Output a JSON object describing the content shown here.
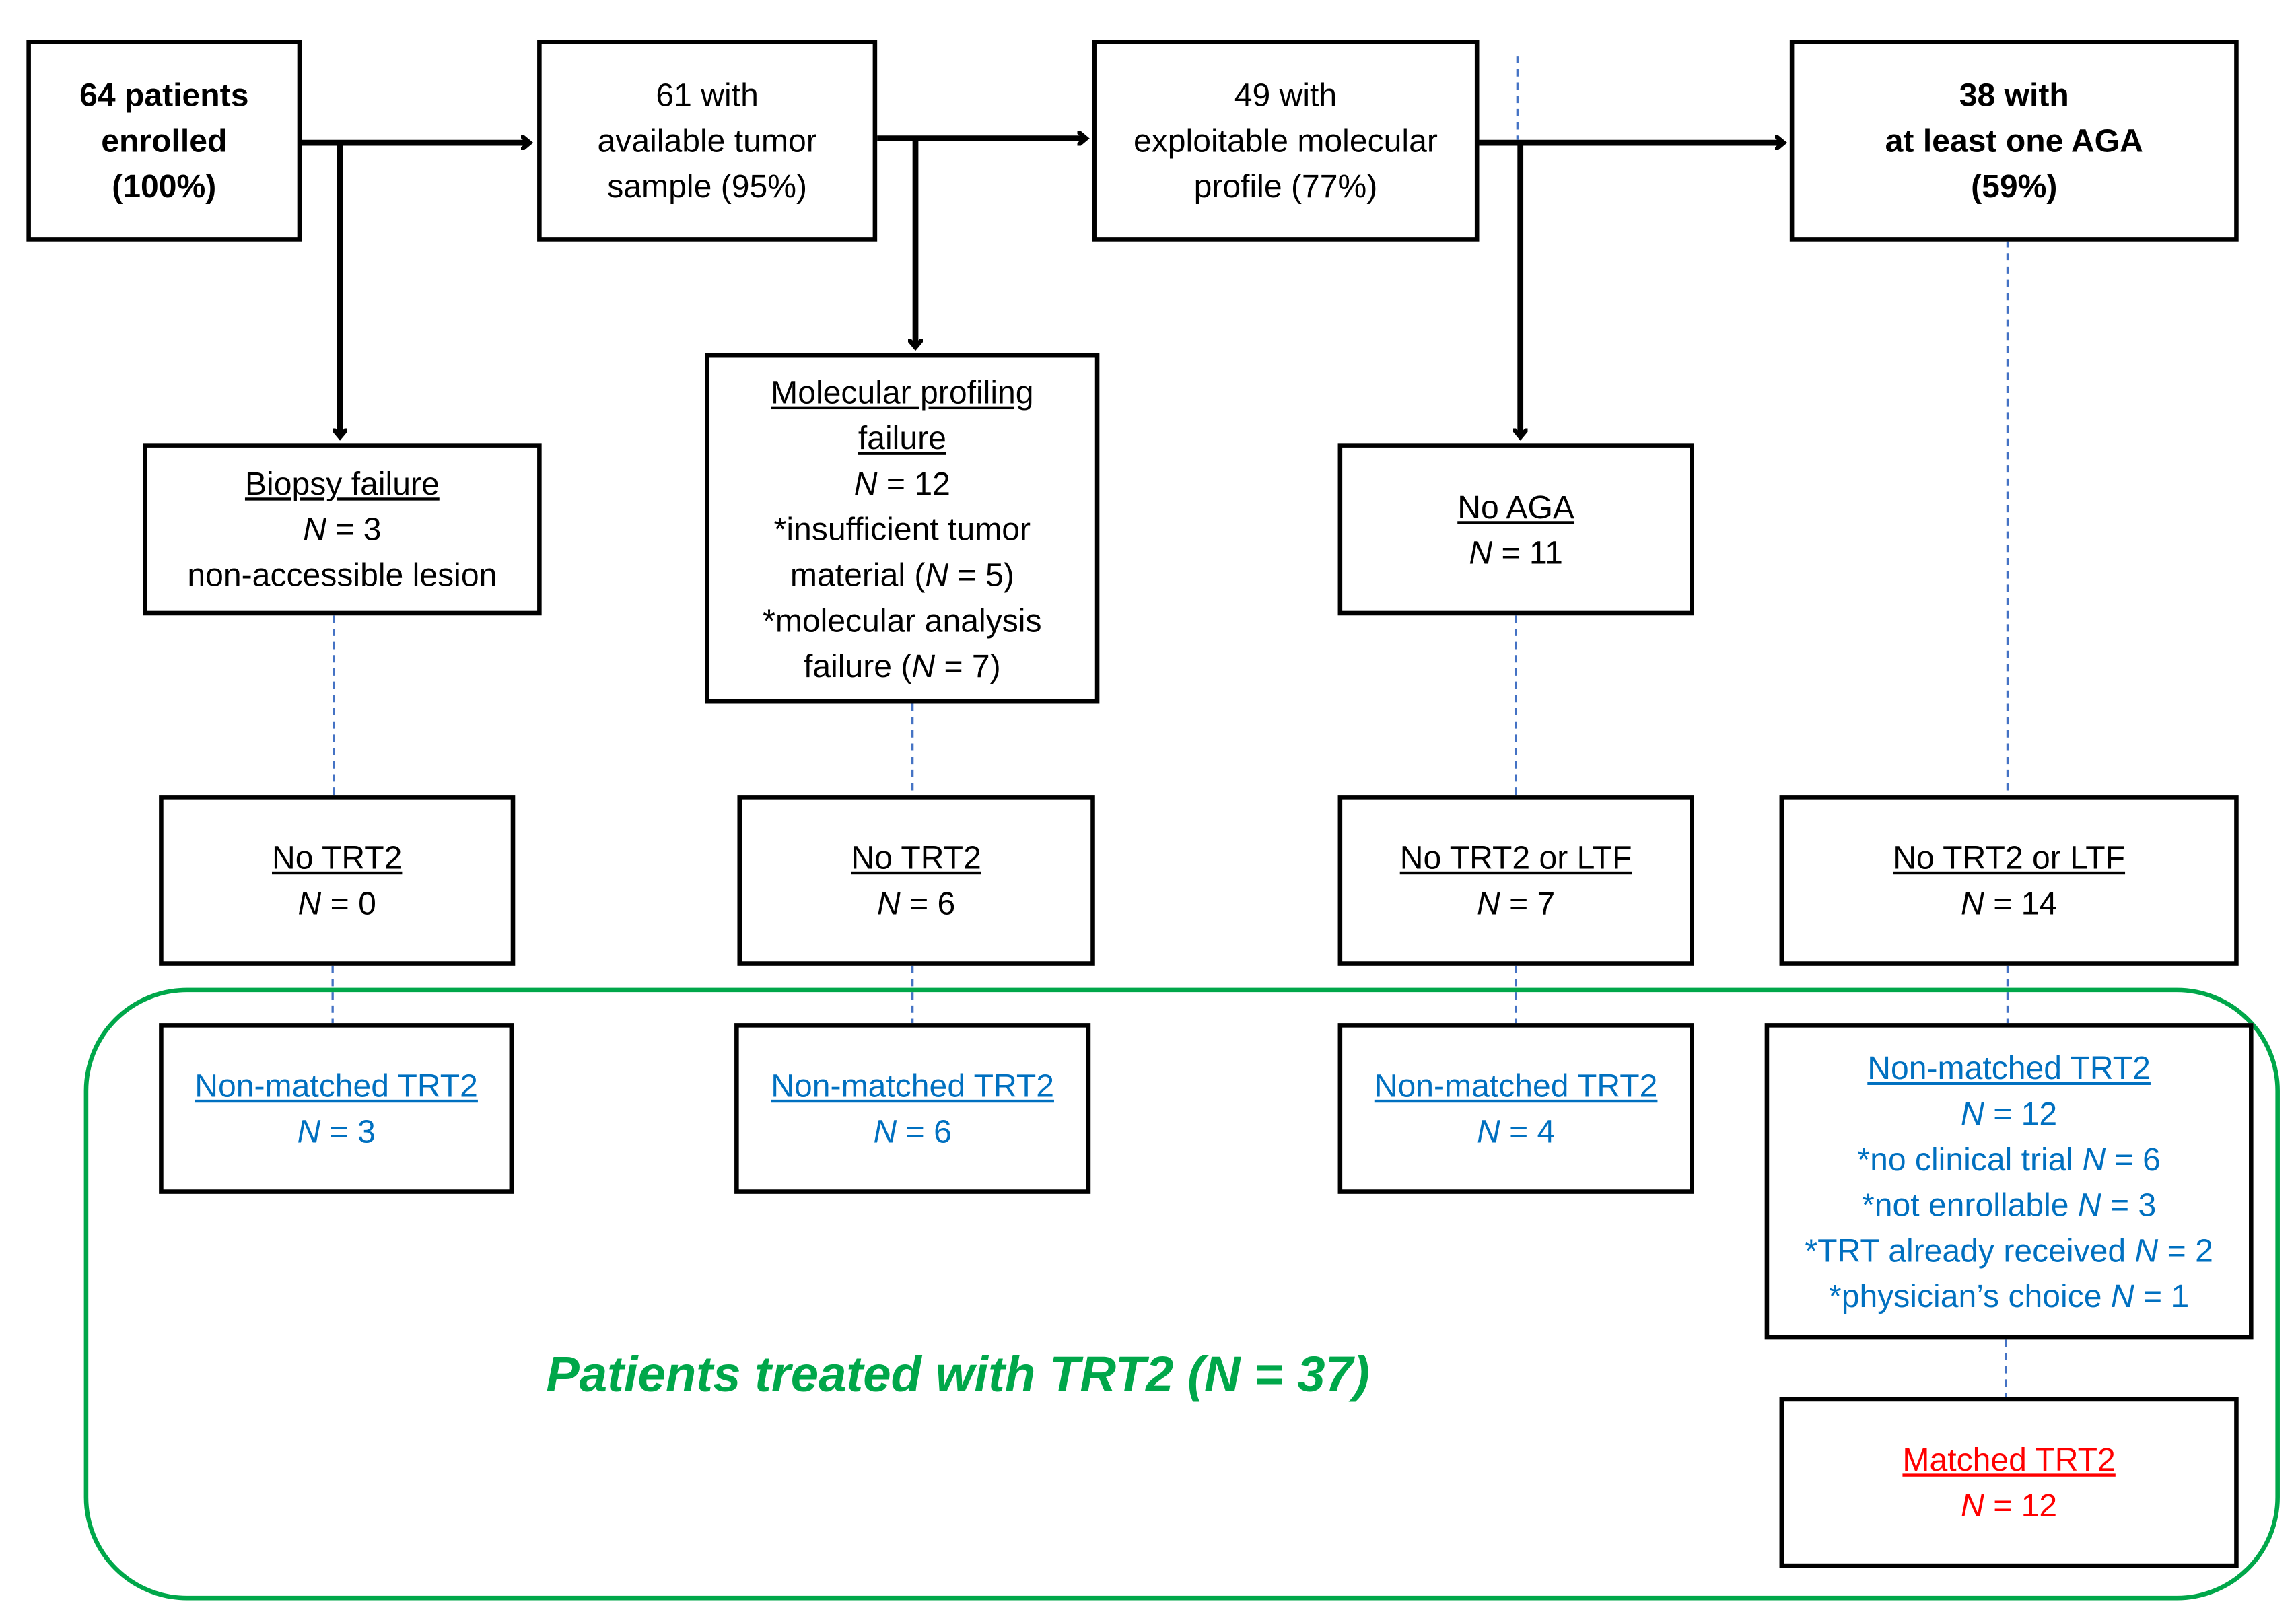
{
  "colors": {
    "black": "#000000",
    "blue": "#0070c0",
    "red": "#ff0000",
    "green": "#00a74a",
    "dash": "#4472c4"
  },
  "top_row": [
    {
      "lines": [
        "64 patients",
        "enrolled",
        "(100%)"
      ]
    },
    {
      "lines": [
        "61 with",
        "available tumor",
        "sample (95%)"
      ]
    },
    {
      "lines": [
        "49 with",
        "exploitable molecular",
        "profile (77%)"
      ]
    },
    {
      "lines": [
        "38 with",
        "at least one AGA",
        "(59%)"
      ]
    }
  ],
  "exclusions": {
    "biopsy": {
      "title": "Biopsy failure",
      "n": "= 3",
      "detail": "non-accessible lesion"
    },
    "molecular": {
      "title1": "Molecular profiling",
      "title2": "failure",
      "n": "= 12",
      "l1": "*insufficient tumor",
      "l2a": "material (",
      "l2b": " = 5)",
      "l3": "*molecular analysis",
      "l4a": "failure (",
      "l4b": " = 7)"
    },
    "no_aga": {
      "title": "No AGA",
      "n": "= 11"
    }
  },
  "no_trt2": [
    {
      "title": "No TRT2",
      "n": "= 0"
    },
    {
      "title": "No TRT2",
      "n": "= 6"
    },
    {
      "title": "No TRT2 or LTF",
      "n": "= 7"
    },
    {
      "title": "No TRT2 or LTF",
      "n": "= 14"
    }
  ],
  "non_matched": [
    {
      "title": "Non-matched TRT2",
      "n": "= 3"
    },
    {
      "title": "Non-matched TRT2",
      "n": "= 6"
    },
    {
      "title": "Non-matched TRT2",
      "n": "= 4"
    },
    {
      "title": "Non-matched TRT2",
      "n": "= 12",
      "reasons": [
        {
          "label": "*no clinical trial ",
          "n": " = 6"
        },
        {
          "label": "*not enrollable ",
          "n": " = 3"
        },
        {
          "label": "*TRT already received ",
          "n": " = 2"
        },
        {
          "label": "*physician’s choice ",
          "n": " = 1"
        }
      ]
    }
  ],
  "matched": {
    "title": "Matched TRT2",
    "n": "= 12"
  },
  "n_symbol": "N",
  "treated_label": "Patients treated with TRT2 (N = 37)"
}
